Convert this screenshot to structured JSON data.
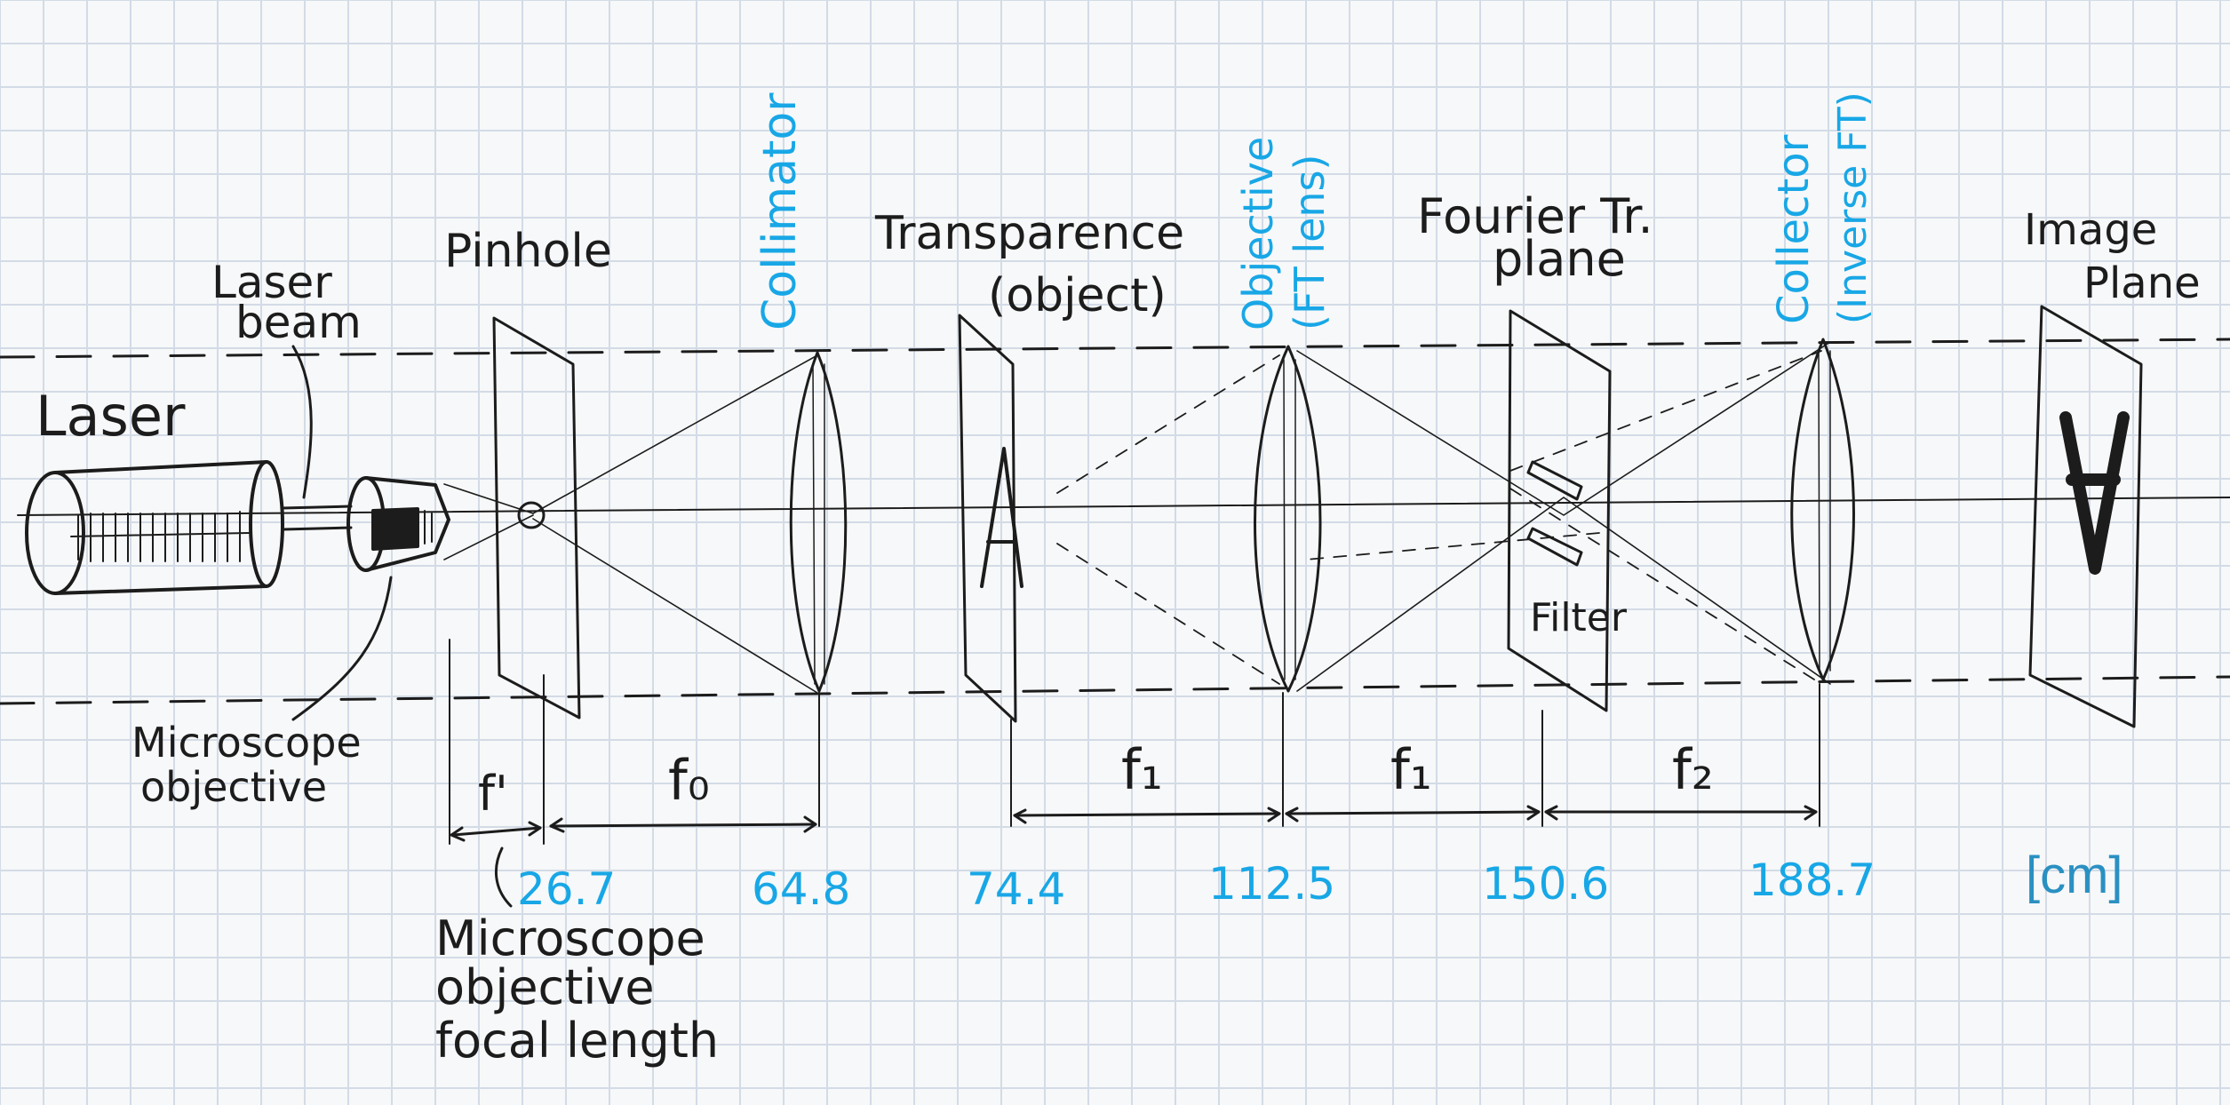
{
  "labels": {
    "laser": "Laser",
    "laser_beam": [
      "Laser",
      "beam"
    ],
    "pinhole": "Pinhole",
    "microscope_objective": [
      "Microscope",
      "objective"
    ],
    "microscope_focal_length": [
      "Microscope",
      "objective",
      "focal length"
    ],
    "collimator": "Collimator",
    "transparence": [
      "Transparence",
      "(object)"
    ],
    "objective": [
      "Objective",
      "(FT lens)"
    ],
    "fourier_plane": [
      "Fourier Tr.",
      "plane"
    ],
    "filter": "Filter",
    "collector": [
      "Collector",
      "(Inverse FT)"
    ],
    "image_plane": [
      "Image",
      "Plane"
    ],
    "object_letter": "A"
  },
  "distances": {
    "f_prime": "f'",
    "f0": "f₀",
    "f1_a": "f₁",
    "f1_b": "f₁",
    "f2": "f₂"
  },
  "positions": [
    "26.7",
    "64.8",
    "74.4",
    "112.5",
    "150.6",
    "188.7"
  ],
  "unit": "[cm]",
  "colors": {
    "ink": "#1c1c1c",
    "annotation_blue": "#18a7e6",
    "unit_blue": "#2a90c2",
    "grid": "#d3dbe6"
  }
}
